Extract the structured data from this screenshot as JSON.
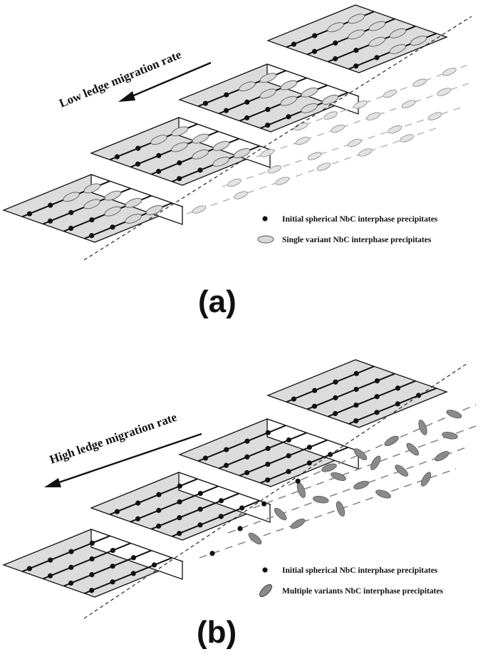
{
  "panel_a": {
    "label": "(a)",
    "arrow_text": "Low ledge migration rate",
    "legend": [
      {
        "marker": "dot",
        "text": "Initial spherical NbC interphase precipitates"
      },
      {
        "marker": "ellipse-light",
        "text": "Single variant NbC interphase precipitates"
      }
    ]
  },
  "panel_b": {
    "label": "(b)",
    "arrow_text": "High ledge migration rate",
    "legend": [
      {
        "marker": "dot",
        "text": "Initial spherical NbC interphase precipitates"
      },
      {
        "marker": "ellipse-dark",
        "text": "Multiple variants NbC interphase precipitates"
      }
    ]
  },
  "colors": {
    "terrace_fill": "#dcdcdc",
    "riser_fill": "#ffffff",
    "line": "#111111",
    "single_variant": "#d8d8d8",
    "multiple_variant": "#8a8a8a",
    "dash": "#888888"
  }
}
